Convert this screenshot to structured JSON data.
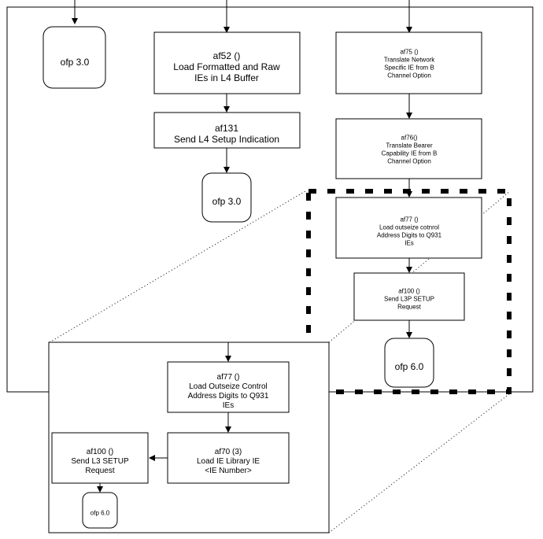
{
  "diagram": {
    "nodes": {
      "ofp_top_left": {
        "lines": [
          "ofp 3.0"
        ]
      },
      "af52": {
        "lines": [
          "af52 ()",
          "Load Formatted and Raw",
          "IEs in L4 Buffer"
        ]
      },
      "af131": {
        "lines": [
          "af131",
          "Send L4 Setup Indication"
        ]
      },
      "ofp_mid": {
        "lines": [
          "ofp 3.0"
        ]
      },
      "af75": {
        "lines": [
          "af75 ()",
          "Translate Network",
          "Specific  IE from B",
          "Channel Option"
        ]
      },
      "af76": {
        "lines": [
          "af76()",
          "Translate Bearer",
          "Capability  IE from B",
          "Channel Option"
        ]
      },
      "af77_small": {
        "lines": [
          "af77 ()",
          "Load outseize cotnrol",
          "Address Digits to Q931",
          "IEs"
        ]
      },
      "af100_small": {
        "lines": [
          "af100 ()",
          "Send L3P SETUP",
          "Request"
        ]
      },
      "ofp_60_right": {
        "lines": [
          "ofp 6.0"
        ]
      },
      "af77_zoom": {
        "lines": [
          "af77 ()",
          "Load Outseize Control",
          "Address Digits to Q931",
          "IEs"
        ]
      },
      "af70_zoom": {
        "lines": [
          "af70 (3)",
          "Load IE Library IE",
          "<IE Number>"
        ]
      },
      "af100_zoom": {
        "lines": [
          "af100 ()",
          "Send L3 SETUP",
          "Request"
        ]
      },
      "ofp_60_zoom": {
        "lines": [
          "ofp 6.0"
        ]
      }
    },
    "colors": {
      "line": "#000000",
      "background": "#ffffff"
    }
  }
}
